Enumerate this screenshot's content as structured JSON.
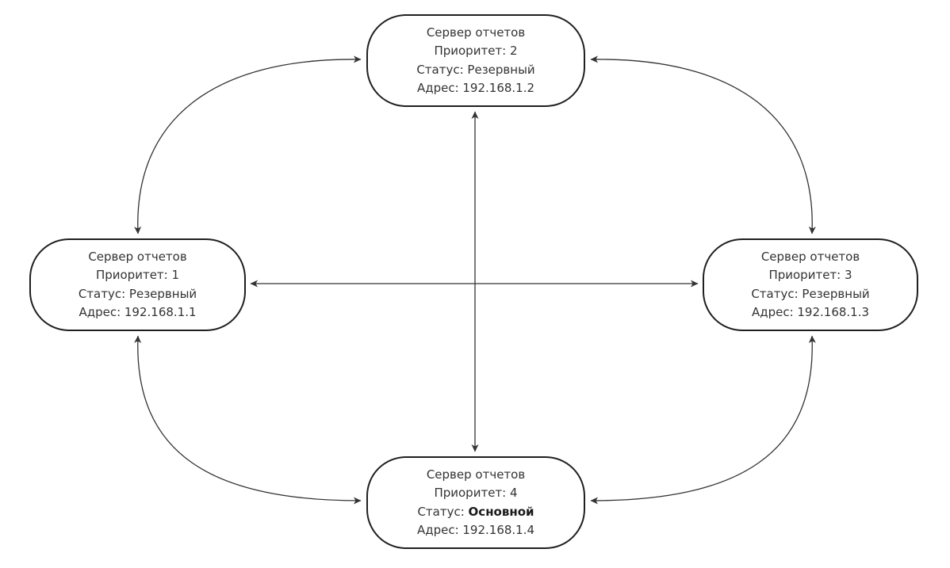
{
  "servers": [
    {
      "id": "top",
      "title": "Сервер отчетов",
      "priority": "Приоритет: 2",
      "status_label": "Статус: ",
      "status_value": "Резервный",
      "status_primary": false,
      "address": "Адрес: 192.168.1.2"
    },
    {
      "id": "left",
      "title": "Сервер отчетов",
      "priority": "Приоритет: 1",
      "status_label": "Статус: ",
      "status_value": "Резервный",
      "status_primary": false,
      "address": "Адрес: 192.168.1.1"
    },
    {
      "id": "right",
      "title": "Сервер отчетов",
      "priority": "Приоритет: 3",
      "status_label": "Статус: ",
      "status_value": "Резервный",
      "status_primary": false,
      "address": "Адрес: 192.168.1.3"
    },
    {
      "id": "bottom",
      "title": "Сервер отчетов",
      "priority": "Приоритет: 4",
      "status_label": "Статус: ",
      "status_value": "Основной",
      "status_primary": true,
      "address": "Адрес: 192.168.1.4"
    }
  ],
  "connections": [
    {
      "from": "top",
      "to": "left",
      "kind": "bidirectional"
    },
    {
      "from": "top",
      "to": "right",
      "kind": "bidirectional"
    },
    {
      "from": "left",
      "to": "bottom",
      "kind": "bidirectional"
    },
    {
      "from": "right",
      "to": "bottom",
      "kind": "bidirectional"
    },
    {
      "from": "top",
      "to": "bottom",
      "kind": "bidirectional"
    },
    {
      "from": "left",
      "to": "right",
      "kind": "bidirectional"
    }
  ],
  "colors": {
    "stroke": "#1f1f1f",
    "text": "#333333",
    "background": "#ffffff"
  }
}
